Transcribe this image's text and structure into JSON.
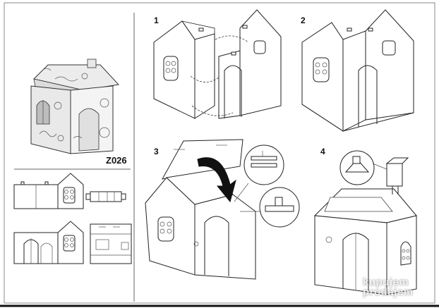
{
  "product_code": "Z026",
  "steps": [
    {
      "number": "1"
    },
    {
      "number": "2"
    },
    {
      "number": "3"
    },
    {
      "number": "4"
    }
  ],
  "watermark": {
    "line1": "kupujem",
    "line2": "prodajem"
  },
  "colors": {
    "line": "#222222",
    "background": "#ffffff",
    "sketch_fill": "#f2f2f2"
  }
}
